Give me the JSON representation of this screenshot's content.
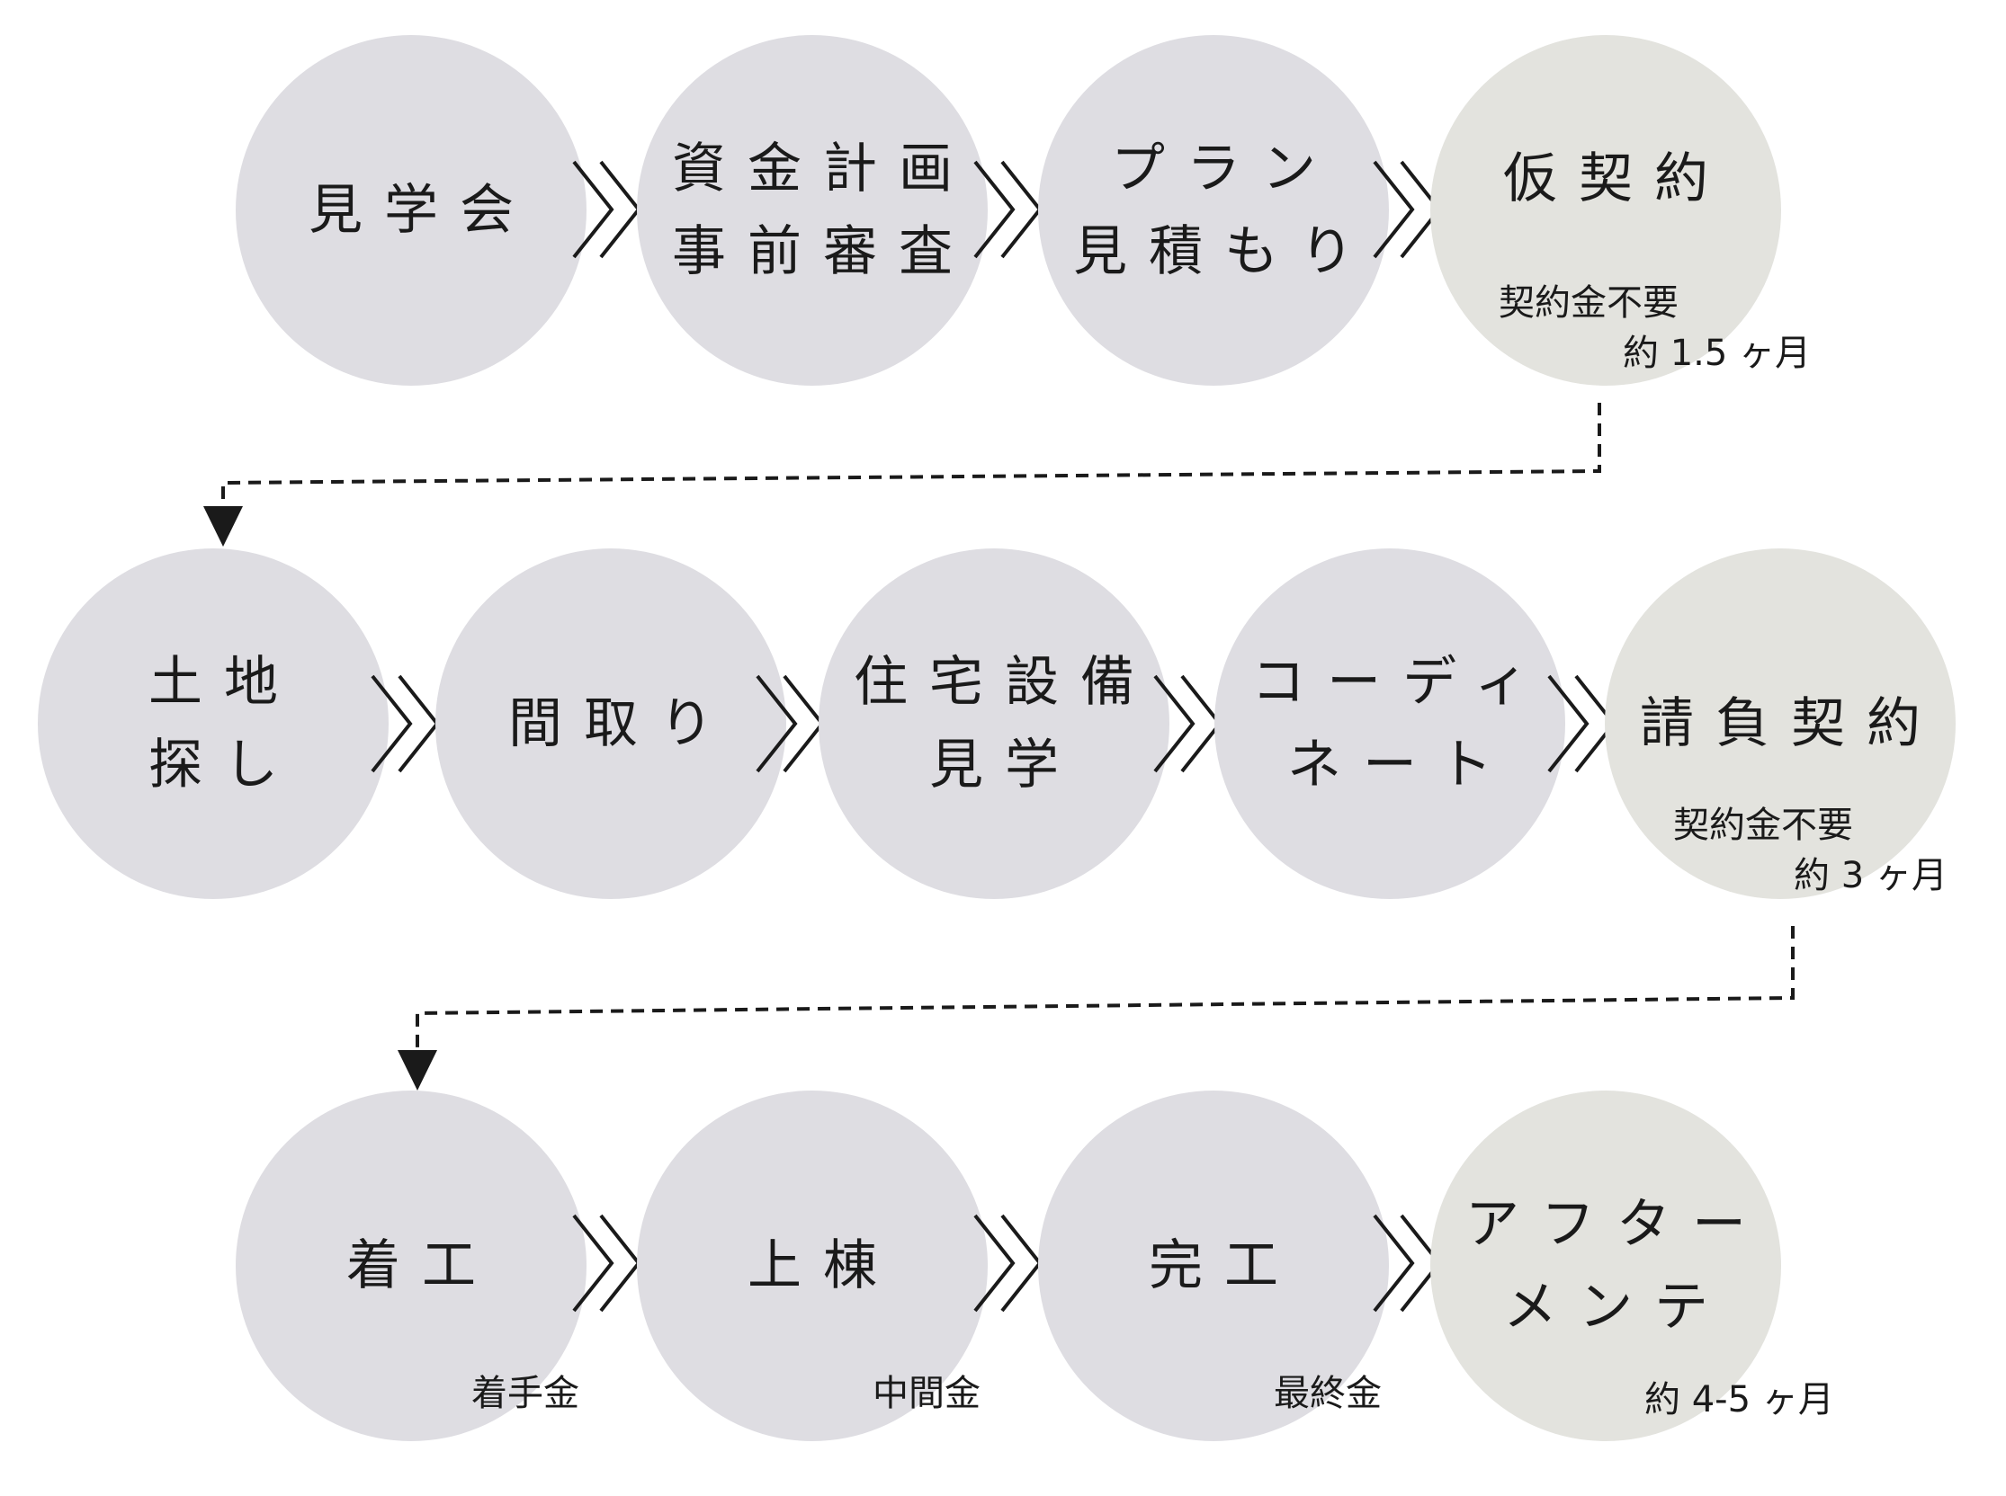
{
  "rows": [
    {
      "steps": [
        {
          "lines": [
            "見学会"
          ],
          "color": "#dedde2"
        },
        {
          "lines": [
            "資金計画",
            "事前審査"
          ],
          "color": "#dedde2"
        },
        {
          "lines": [
            "プラン",
            "見積もり"
          ],
          "color": "#dedde2"
        },
        {
          "lines": [
            "仮契約"
          ],
          "color": "#e3e3de"
        }
      ],
      "notes": [
        "契約金不要",
        "約 1.5 ヶ月"
      ]
    },
    {
      "steps": [
        {
          "lines": [
            "土地",
            "探し"
          ],
          "color": "#dedde2"
        },
        {
          "lines": [
            "間取り"
          ],
          "color": "#dedde2"
        },
        {
          "lines": [
            "住宅設備",
            "見学"
          ],
          "color": "#dedde2"
        },
        {
          "lines": [
            "コーディ",
            "ネート"
          ],
          "color": "#dedde2"
        },
        {
          "lines": [
            "請負契約"
          ],
          "color": "#e3e3de"
        }
      ],
      "notes": [
        "契約金不要",
        "約 3 ヶ月"
      ]
    },
    {
      "steps": [
        {
          "lines": [
            "着工"
          ],
          "color": "#dedde2"
        },
        {
          "lines": [
            "上棟"
          ],
          "color": "#dedde2"
        },
        {
          "lines": [
            "完工"
          ],
          "color": "#dedde2"
        },
        {
          "lines": [
            "アフター",
            "メンテ"
          ],
          "color": "#e3e3de"
        }
      ],
      "notes": [
        "着手金",
        "中間金",
        "最終金",
        "約 4-5 ヶ月"
      ]
    }
  ]
}
